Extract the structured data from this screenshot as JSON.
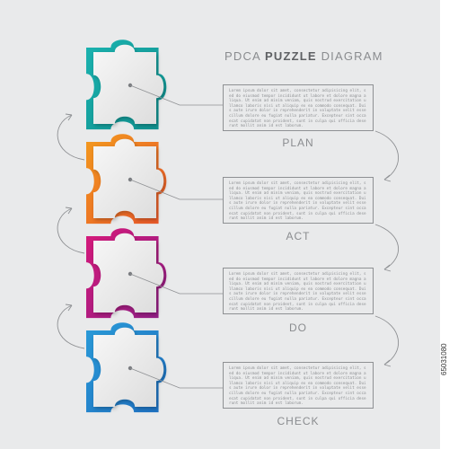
{
  "title": {
    "prefix": "PDCA",
    "bold": "PUZZLE",
    "suffix": "DIAGRAM"
  },
  "placeholder_text": "Lorem ipsum dolor sit amet, consectetur adipisicing elit, sed do eiusmod tempor incididunt ut labore et dolore magna aliqua. Ut enim ad minim veniam, quis nostrud exercitation ullamco laboris nisi ut aliquip ex ea commodo consequat. Duis aute irure dolor in reprehenderit in voluptate velit esse cillum dolore eu fugiat nulla pariatur. Excepteur sint occaecat cupidatat non proident, sunt in culpa qui officia deserunt mollit anim id est laborum.",
  "stages": [
    {
      "label": "PLAN",
      "color": "#1bb3b0",
      "color_dark": "#0f8f8d"
    },
    {
      "label": "ACT",
      "color": "#f39a1e",
      "color_dark": "#e8552a"
    },
    {
      "label": "DO",
      "color": "#d6197a",
      "color_dark": "#8e1f86"
    },
    {
      "label": "CHECK",
      "color": "#2a9bd8",
      "color_dark": "#1d6fc1"
    }
  ],
  "stock_id": "65031080"
}
